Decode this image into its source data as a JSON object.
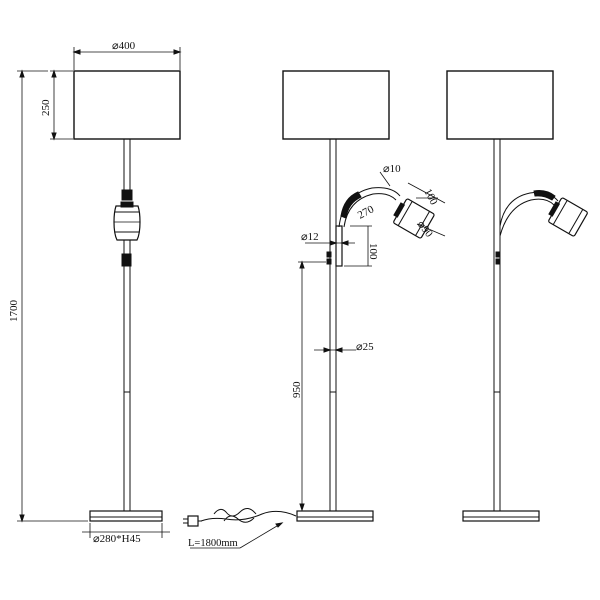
{
  "labels": {
    "shade_diameter": "⌀400",
    "shade_height": "250",
    "total_height": "1700",
    "base_size": "⌀280*H45",
    "reading_pipe_diameter": "⌀10",
    "reading_arm_length": "270",
    "reading_head_length": "100",
    "reading_head_diameter": "⌀90",
    "switch_diameter": "⌀12",
    "switch_height": "100",
    "pole_diameter": "⌀25",
    "switch_position_height": "950",
    "cable_length": "L=1800mm"
  }
}
